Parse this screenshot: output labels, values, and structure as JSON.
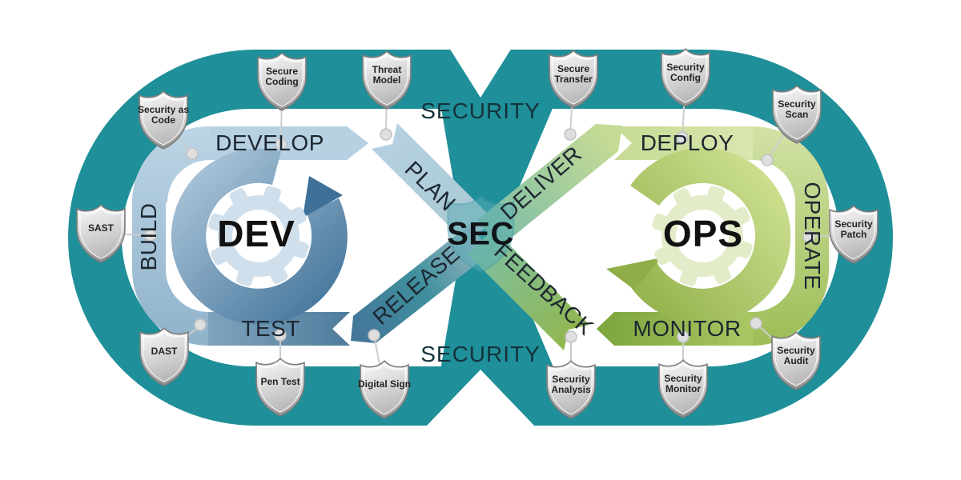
{
  "diagram": {
    "security_label_top": "SECURITY",
    "security_label_bottom": "SECURITY",
    "dev_label": "DEV",
    "sec_label": "SEC",
    "ops_label": "OPS",
    "phases": {
      "develop": "DEVELOP",
      "plan": "PLAN",
      "deliver": "DELIVER",
      "deploy": "DEPLOY",
      "build": "BUILD",
      "operate": "OPERATE",
      "test": "TEST",
      "release": "RELEASE",
      "feedback": "FEEDBACK",
      "monitor": "MONITOR"
    }
  },
  "shields": [
    {
      "label": "Security as Code"
    },
    {
      "label": "Secure Coding"
    },
    {
      "label": "Threat Model"
    },
    {
      "label": "Secure Transfer"
    },
    {
      "label": "Security Config"
    },
    {
      "label": "Security Scan"
    },
    {
      "label": "SAST"
    },
    {
      "label": "Security Patch"
    },
    {
      "label": "DAST"
    },
    {
      "label": "Pen Test"
    },
    {
      "label": "Digital Sign"
    },
    {
      "label": "Security Analysis"
    },
    {
      "label": "Security Monitor"
    },
    {
      "label": "Security Audit"
    }
  ],
  "colors": {
    "teal_background": "#1f8f99",
    "dev_light_blue": "#b7d1e2",
    "dev_steel_blue": "#4e7c9c",
    "ops_light_green": "#cfe0a2",
    "ops_olive_green": "#8fae47",
    "shield_silver": "#c9c9c9",
    "text_dark": "#1d2731"
  }
}
